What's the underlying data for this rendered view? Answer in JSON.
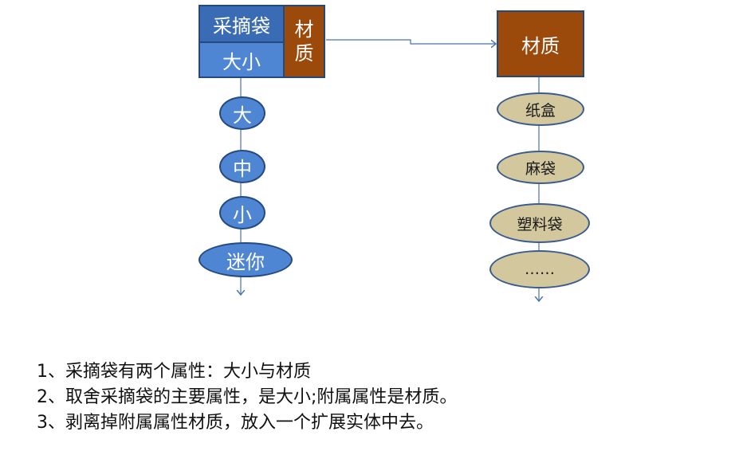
{
  "left_entity": {
    "name_label": "采摘袋",
    "size_label": "大小",
    "material_label": "材\n质",
    "size_values": [
      "大",
      "中",
      "小",
      "迷你"
    ]
  },
  "right_entity": {
    "title": "材质",
    "values": [
      "纸盒",
      "麻袋",
      "塑料袋",
      "……"
    ]
  },
  "notes": [
    "1、采摘袋有两个属性：大小与材质",
    "2、取舍采摘袋的主要属性，是大小;附属属性是材质。",
    "3、剥离掉附属属性材质，放入一个扩展实体中去。"
  ],
  "colors": {
    "blue_fill": "#4f86d4",
    "blue_dark": "#3a6cb5",
    "brown_fill": "#9c4a0c",
    "tan_fill": "#d3c79e",
    "line": "#4a72b0"
  }
}
